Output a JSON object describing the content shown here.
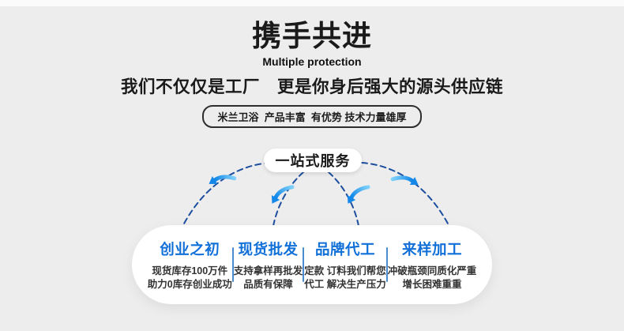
{
  "header": {
    "title": "携手共进",
    "subtitle": "Multiple protection",
    "tagline": "我们不仅仅是工厂　更是你身后强大的源头供应链",
    "badge": "米兰卫浴  产品丰富  有优势 技术力量雄厚"
  },
  "diagram": {
    "hub_label": "一站式服务",
    "colors": {
      "dash_line": "#1d4f9e",
      "arrow_light": "#7fd0fa",
      "arrow_dark": "#0e86e8",
      "service_title": "#1170d8",
      "divider": "#4a8ccd",
      "background": "#ededee"
    },
    "services": [
      {
        "title": "创业之初",
        "lines": [
          "现货库存100万件",
          "助力0库存创业成功"
        ]
      },
      {
        "title": "现货批发",
        "lines": [
          "支持拿样再批发",
          "品质有保障"
        ]
      },
      {
        "title": "品牌代工",
        "lines": [
          "定款 订料我们帮您",
          "代工 解决生产压力"
        ]
      },
      {
        "title": "来样加工",
        "lines": [
          "冲破瓶颈同质化严重",
          "增长困难重重"
        ]
      }
    ]
  }
}
